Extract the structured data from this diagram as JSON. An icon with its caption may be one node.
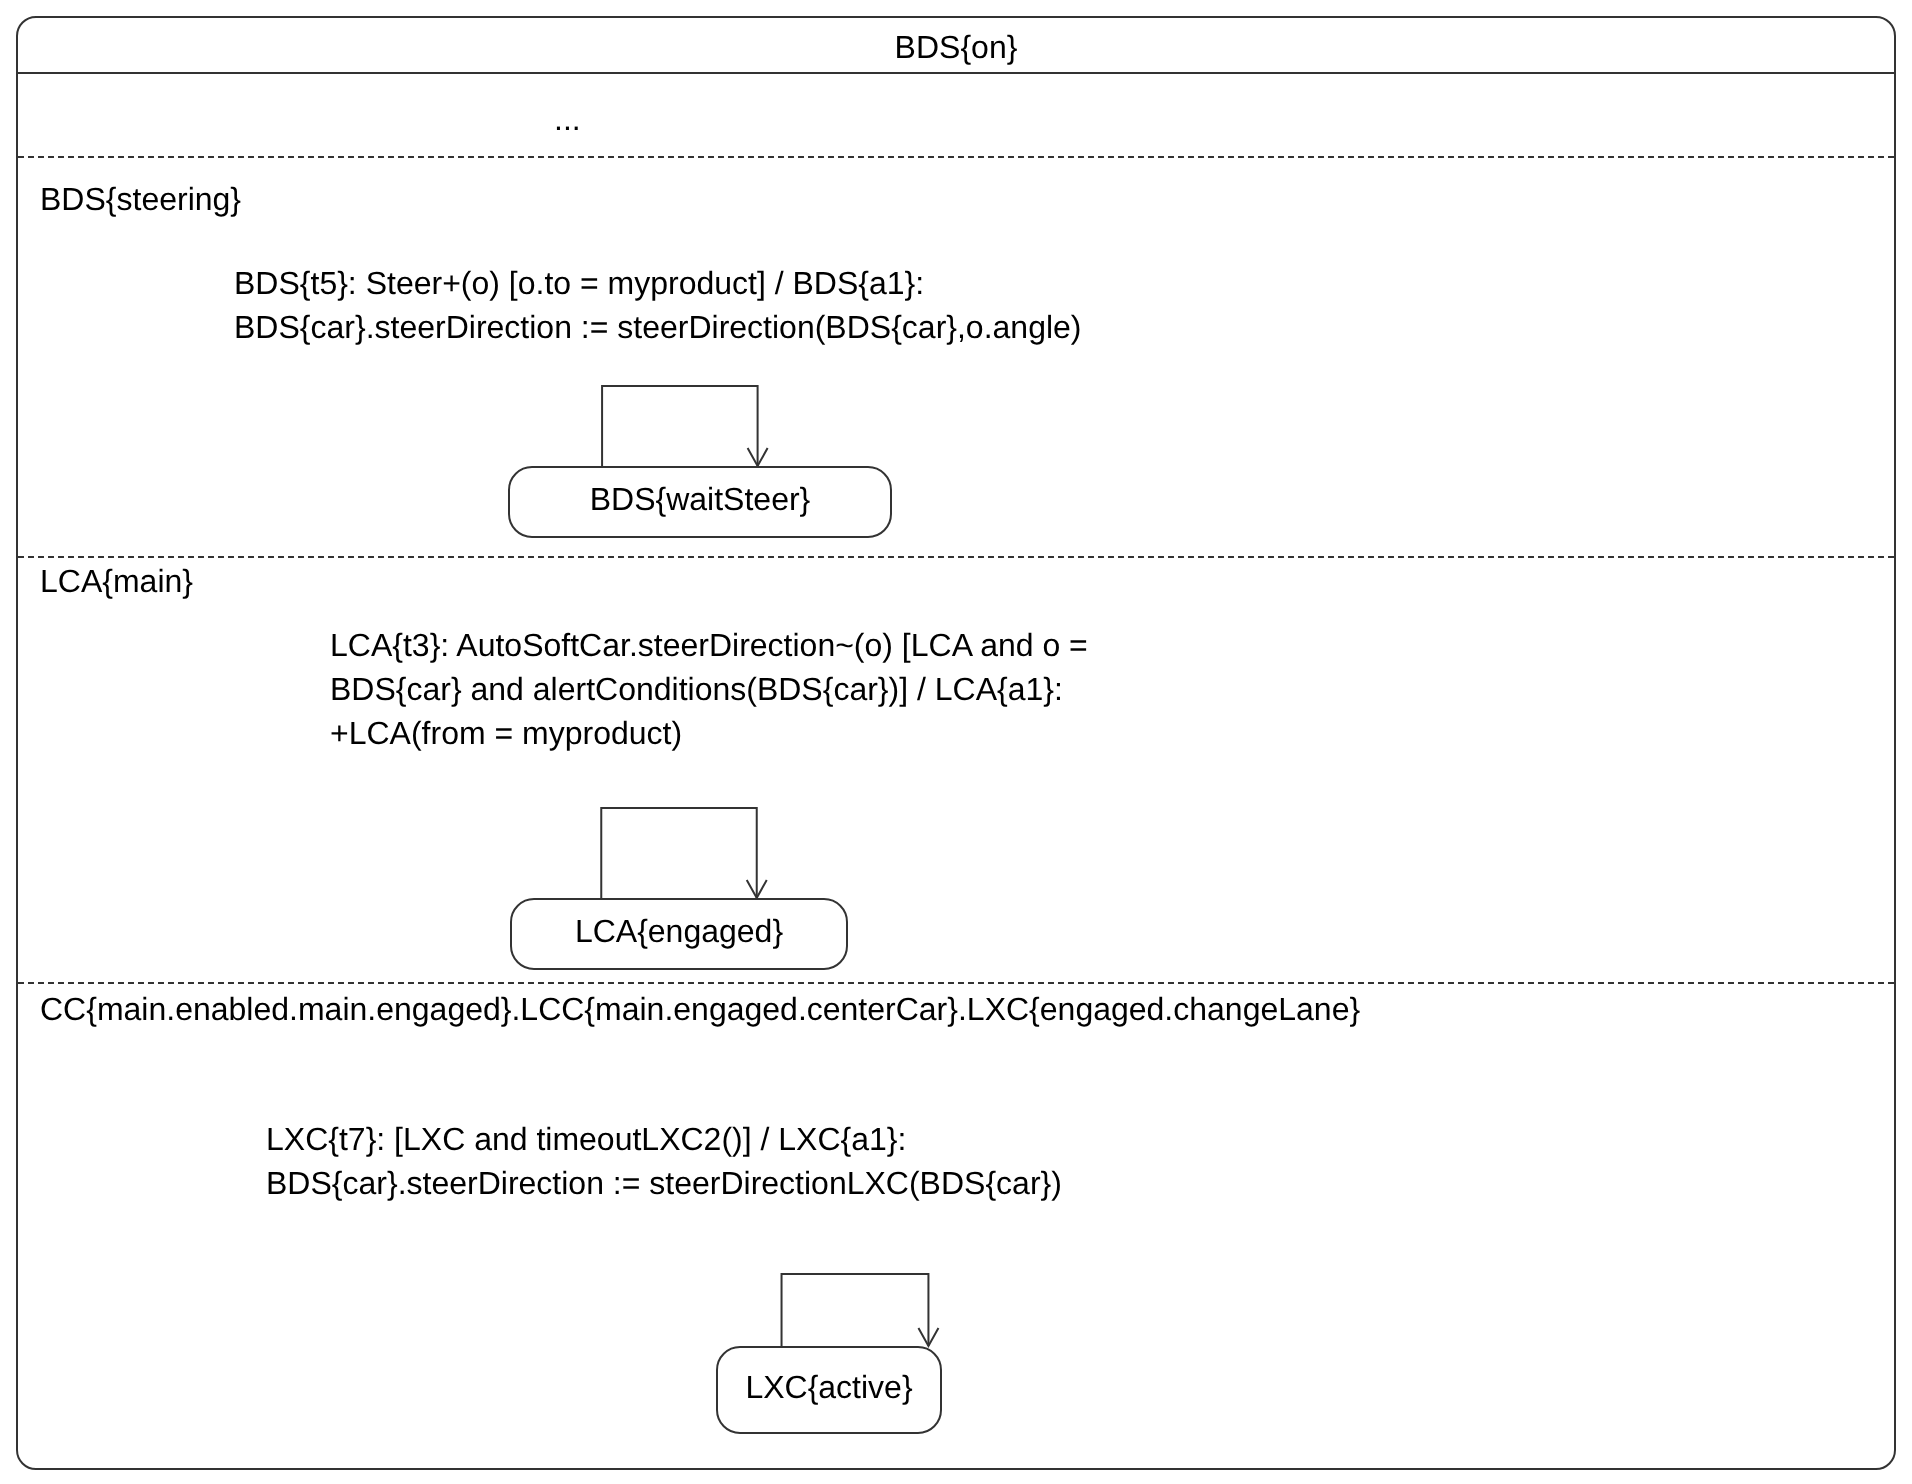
{
  "diagram": {
    "nodes": [
      {
        "text": [
          "BDS{on}"
        ]
      },
      {
        "text": [
          "..."
        ],
        "in": 0
      },
      {
        "text": [
          "BDS{steering}"
        ],
        "in": 0
      },
      {
        "text": [
          "BDS{waitSteer}"
        ],
        "in": 2
      },
      {
        "text": [
          "LCA{main}"
        ],
        "in": 0
      },
      {
        "text": [
          "LCA{engaged}"
        ],
        "in": 4
      },
      {
        "text": [
          "CC{main.enabled.main.engaged}.LCC{main.engaged.centerCar}.LXC{engaged.changeLane}"
        ],
        "in": 0
      },
      {
        "text": [
          "LXC{active}"
        ],
        "in": 6
      }
    ],
    "edges": [
      {
        "from": 3,
        "to": 3,
        "arrow": "to",
        "label": "BDS{t5}: Steer+(o) [o.to = myproduct] / BDS{a1}: BDS{car}.steerDirection := steerDirection(BDS{car},o.angle)"
      },
      {
        "from": 5,
        "to": 5,
        "arrow": "to",
        "label": "LCA{t3}: AutoSoftCar.steerDirection~(o) [LCA and o = BDS{car} and alertConditions(BDS{car})] / LCA{a1}: +LCA(from = myproduct)"
      },
      {
        "from": 7,
        "to": 7,
        "arrow": "to",
        "label": "LXC{t7}: [LXC and timeoutLXC2()] / LXC{a1}: BDS{car}.steerDirection := steerDirectionLXC(BDS{car})"
      }
    ]
  }
}
